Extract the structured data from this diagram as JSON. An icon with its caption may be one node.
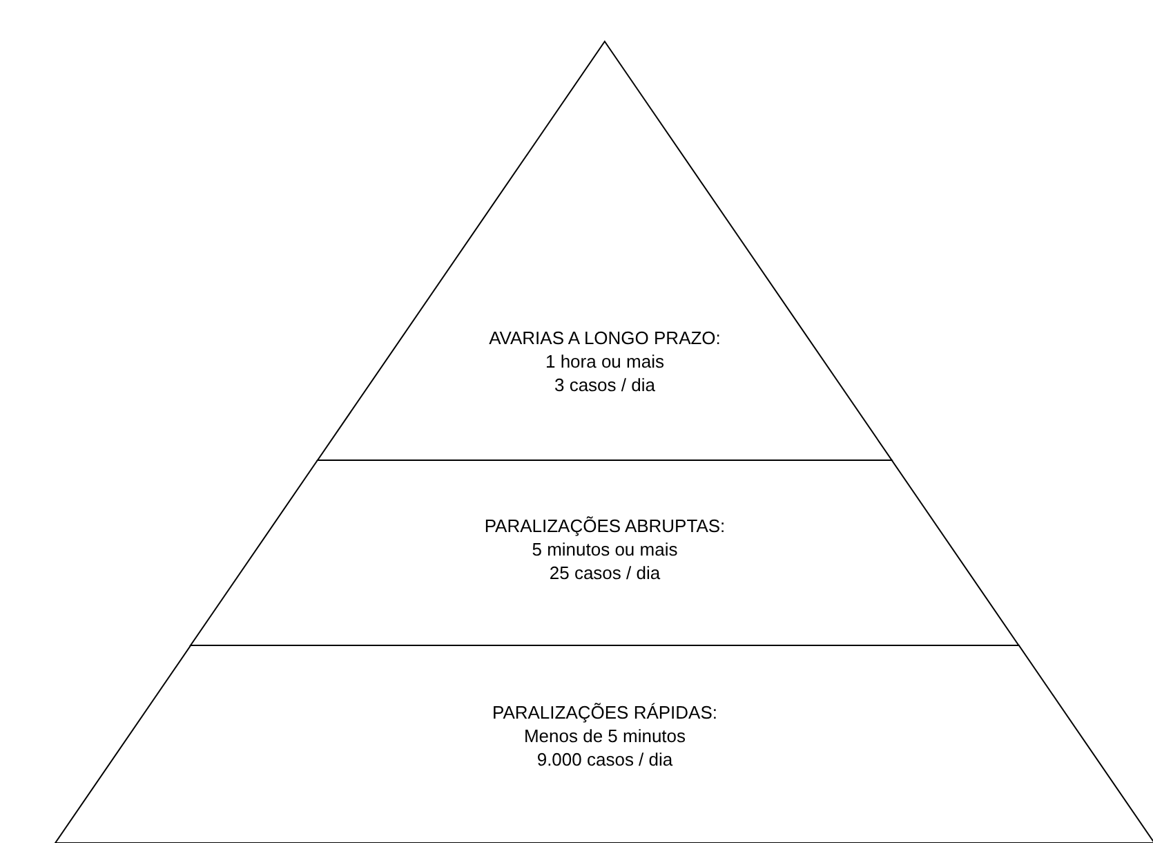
{
  "diagram": {
    "nodes": [
      {
        "text": [
          "AVARIAS A LONGO PRAZO:",
          "1 hora ou mais",
          "3 casos / dia"
        ]
      },
      {
        "text": [
          "PARALIZAÇÕES ABRUPTAS:",
          "5 minutos ou mais",
          "25 casos / dia"
        ]
      },
      {
        "text": [
          "PARALIZAÇÕES RÁPIDAS:",
          "Menos de 5 minutos",
          "9.000 casos / dia"
        ]
      }
    ]
  }
}
